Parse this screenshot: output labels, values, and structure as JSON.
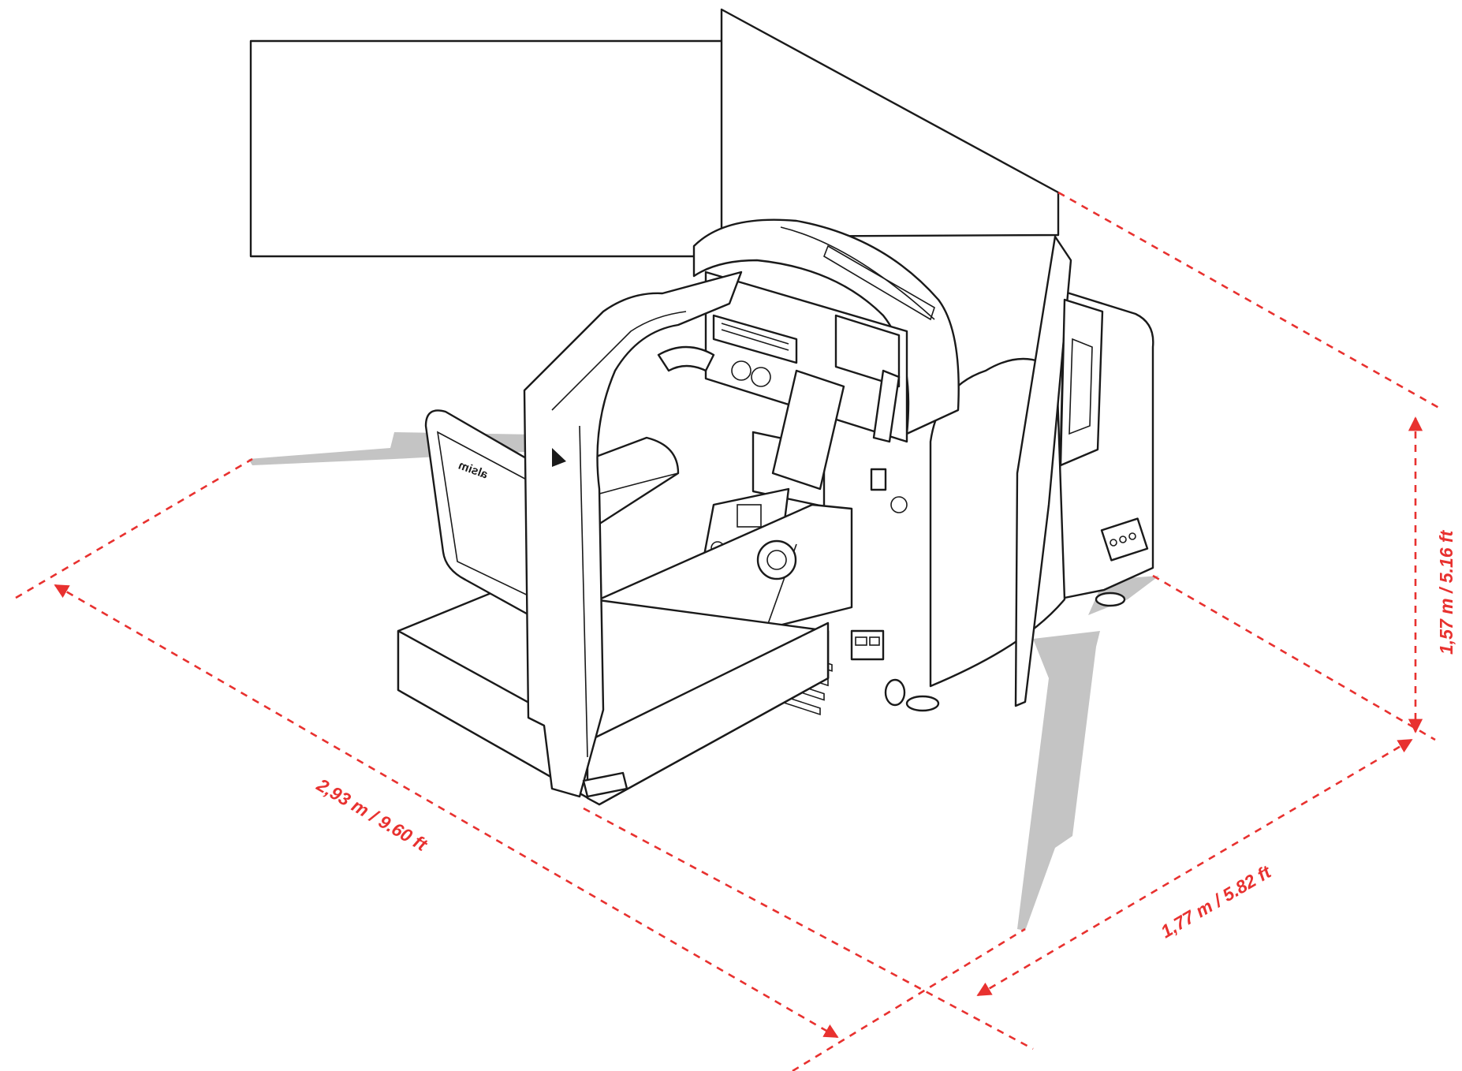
{
  "colors": {
    "dimension": "#e8312f",
    "outline": "#1a1a1a",
    "shadow": "#c4c4c4"
  },
  "product": {
    "seat_brand": "alsim"
  },
  "dimensions": {
    "length": "2,93 m / 9.60 ft",
    "width": "1,77 m / 5.82 ft",
    "height": "1,57 m / 5.16 ft"
  }
}
